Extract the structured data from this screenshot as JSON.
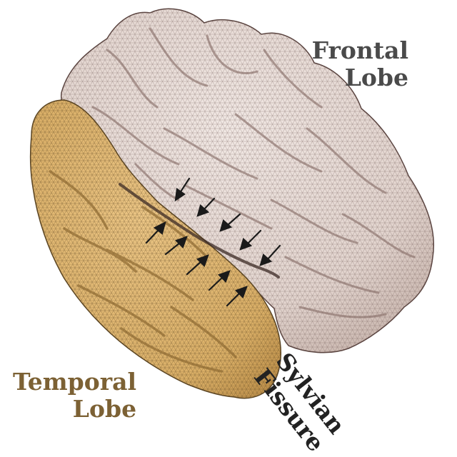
{
  "labels": {
    "frontal": [
      "Frontal",
      "Lobe"
    ],
    "temporal": [
      "Temporal",
      "Lobe"
    ],
    "sylvian": [
      "Sylvian",
      "Fissure"
    ]
  },
  "colors": {
    "frontal_fill": "#e9ddd8",
    "frontal_mesh": "#6b5450",
    "temporal_fill": "#e0b873",
    "temporal_mesh": "#5a4422",
    "frontal_text": "#4a4a4a",
    "temporal_text": "#7c6134",
    "sylvian_text": "#222222",
    "arrow": "#1a1a1a"
  }
}
